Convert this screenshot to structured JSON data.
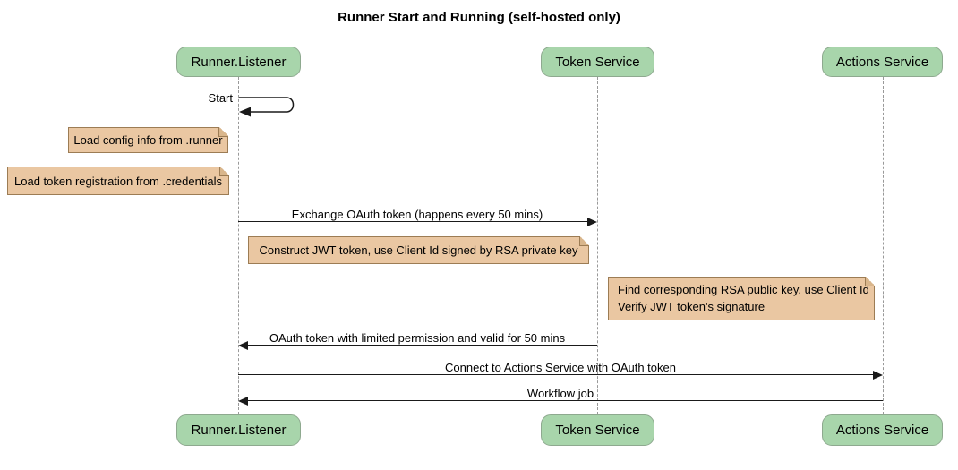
{
  "title": "Runner Start and Running (self-hosted only)",
  "colors": {
    "participant_fill": "#a8d5ab",
    "participant_border": "#8ea98f",
    "note_fill": "#eac7a2",
    "note_border": "#9c7c54",
    "note_fold": "#d9b68c",
    "lifeline": "#999999",
    "arrow": "#1a1a1a"
  },
  "participants": [
    {
      "label": "Runner.Listener"
    },
    {
      "label": "Token Service"
    },
    {
      "label": "Actions Service"
    }
  ],
  "messages": {
    "self_start": "Start",
    "exchange": "Exchange OAuth token (happens every 50 mins)",
    "oauth_return": "OAuth token with limited permission and valid for 50 mins",
    "connect": "Connect to Actions Service with OAuth token",
    "workflow": "Workflow job"
  },
  "notes": [
    {
      "text": "Load config info from .runner"
    },
    {
      "text": "Load token registration from .credentials"
    },
    {
      "text": "Construct JWT token, use Client Id signed by RSA private key"
    },
    {
      "line1": "Find corresponding RSA public key, use Client Id",
      "line2": "Verify JWT token's signature"
    }
  ]
}
